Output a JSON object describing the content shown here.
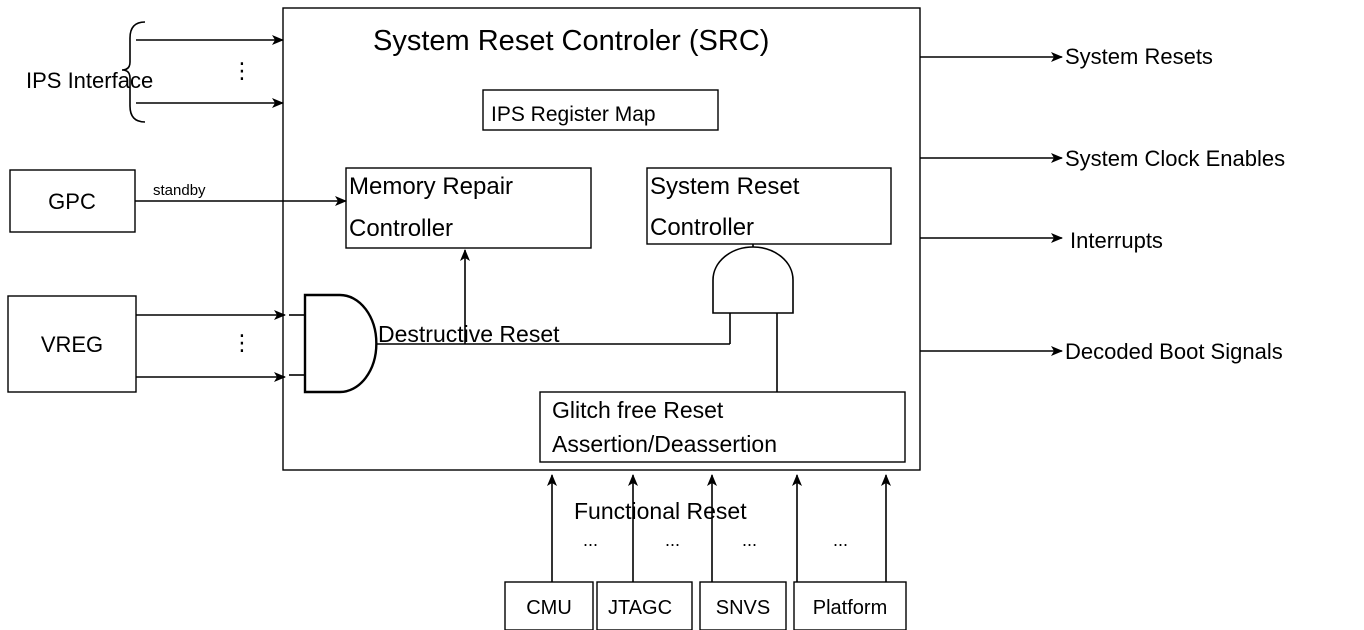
{
  "diagram": {
    "title": "System Reset Controler (SRC)",
    "register_map": "IPS Register Map",
    "memory_repair": {
      "line1": "Memory Repair",
      "line2": "Controller"
    },
    "system_reset_ctrl": {
      "line1": "System Reset",
      "line2": "Controller"
    },
    "glitch_free": {
      "line1": "Glitch free Reset",
      "line2": "Assertion/Deassertion"
    },
    "destructive_reset": "Destructive Reset",
    "functional_reset": "Functional Reset",
    "ips_interface": "IPS Interface",
    "gpc": "GPC",
    "standby": "standby",
    "vreg": "VREG",
    "vdots": "⋮",
    "ellipsis": "...",
    "outputs": [
      "System Resets",
      "System Clock Enables",
      "Interrupts",
      "Decoded Boot Signals"
    ],
    "sources": [
      "CMU",
      "JTAGC",
      "SNVS",
      "Platform"
    ]
  }
}
